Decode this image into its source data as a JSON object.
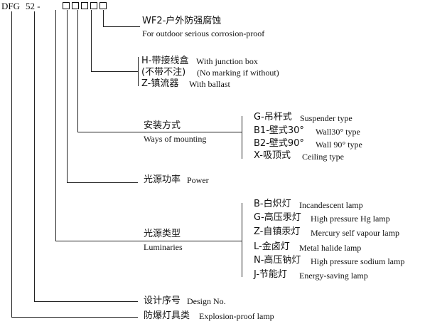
{
  "model": {
    "prefix": "DFG",
    "number": "52 -",
    "box_count": 5
  },
  "groups": [
    {
      "id": "corrosion",
      "cn": "WF2-户外防强腐蚀",
      "en": "For outdoor serious corrosion-proof"
    },
    {
      "id": "junction",
      "lines": [
        {
          "cn": "H-带接线盒",
          "en": "With junction box"
        },
        {
          "cn": "(不带不注)",
          "en": "(No marking if without)"
        },
        {
          "cn": "Z-镇流器",
          "en": "With ballast"
        }
      ]
    },
    {
      "id": "mounting",
      "cn": "安装方式",
      "en": "Ways of mounting",
      "options": [
        {
          "cn": "G-吊杆式",
          "en": "Suspender type"
        },
        {
          "cn": "B1-壁式30°",
          "en": "Wall30°  type"
        },
        {
          "cn": "B2-壁式90°",
          "en": "Wall 90°  type"
        },
        {
          "cn": "X-吸顶式",
          "en": "Ceiling type"
        }
      ]
    },
    {
      "id": "power",
      "cn": "光源功率",
      "en": "Power"
    },
    {
      "id": "luminaries",
      "cn": "光源类型",
      "en": "Luminaries",
      "options": [
        {
          "cn": "B-白炽灯",
          "en": "Incandescent lamp"
        },
        {
          "cn": "G-高压汞灯",
          "en": "High pressure Hg lamp"
        },
        {
          "cn": "Z-自镇汞灯",
          "en": "Mercury self vapour lamp"
        },
        {
          "cn": "L-金卤灯",
          "en": "Metal halide lamp"
        },
        {
          "cn": "N-高压钠灯",
          "en": "High pressure sodium lamp"
        },
        {
          "cn": "J-节能灯",
          "en": "Energy-saving lamp"
        }
      ]
    },
    {
      "id": "design",
      "cn": "设计序号",
      "en": "Design No."
    },
    {
      "id": "category",
      "cn": "防爆灯具类",
      "en": "Explosion-proof lamp"
    }
  ]
}
